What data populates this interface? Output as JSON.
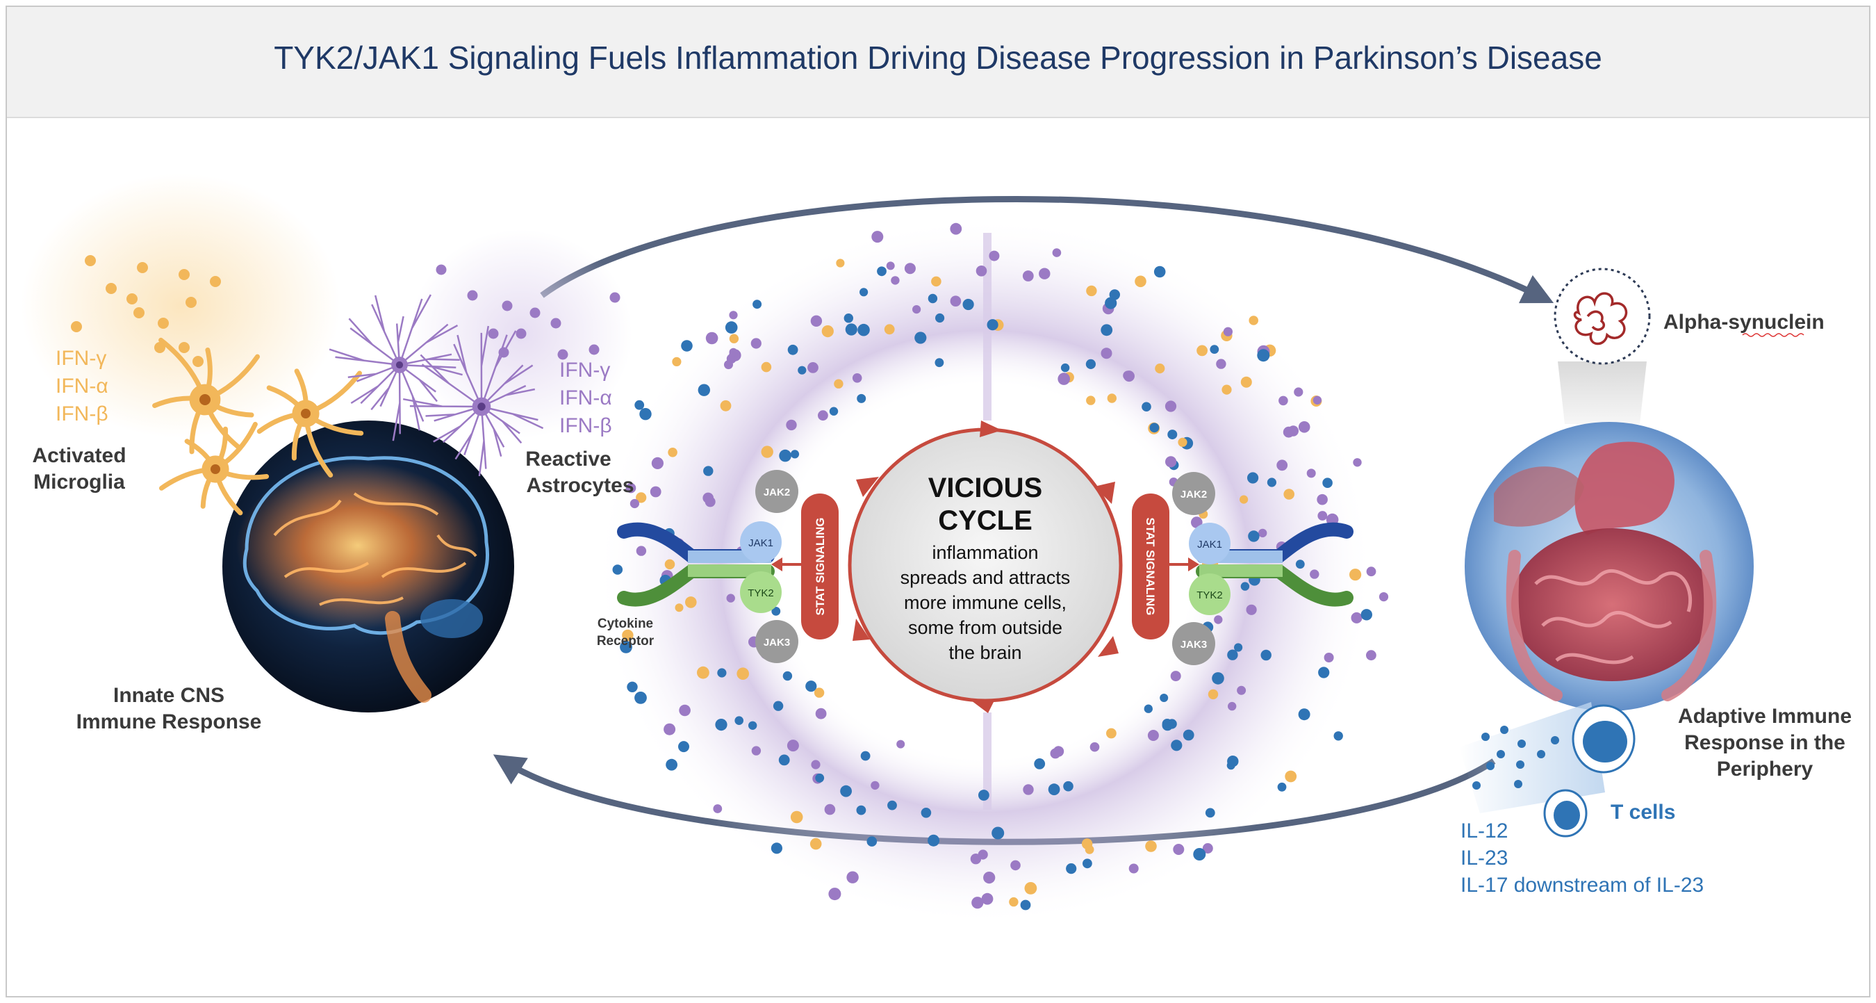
{
  "title": "TYK2/JAK1 Signaling Fuels Inflammation Driving Disease Progression in Parkinson’s Disease",
  "colors": {
    "title": "#1f3966",
    "arrow": "#56647f",
    "microglia": "#f2b75a",
    "astrocyte": "#9b7ac4",
    "cycle_red": "#c64a3e",
    "tcell_blue": "#2f74b5",
    "label_dark": "#3a3a3a"
  },
  "left": {
    "microglia_cytokines": [
      "IFN-γ",
      "IFN-α",
      "IFN-β"
    ],
    "microglia_label": [
      "Activated",
      "Microglia"
    ],
    "astrocyte_cytokines": [
      "IFN-γ",
      "IFN-α",
      "IFN-β"
    ],
    "astrocyte_label": [
      "Reactive",
      "Astrocytes"
    ],
    "brain_caption": [
      "Innate CNS",
      "Immune Response"
    ]
  },
  "center": {
    "cycle_title": [
      "VICIOUS",
      "CYCLE"
    ],
    "cycle_text": [
      "inflammation",
      "spreads and attracts",
      "more immune cells,",
      "some from outside",
      "the brain"
    ],
    "stat_label": "STAT SIGNALING",
    "receptor_label": [
      "Cytokine",
      "Receptor"
    ],
    "kinases": {
      "jak2": "JAK2",
      "jak1": "JAK1",
      "tyk2": "TYK2",
      "jak3": "JAK3"
    }
  },
  "right": {
    "synuclein_label": "Alpha-synuclein",
    "periphery_label": [
      "Adaptive Immune",
      "Response in the",
      "Periphery"
    ],
    "tcells_label": "T cells",
    "tcell_cytokines": [
      "IL-12",
      "IL-23",
      "IL-17 downstream of IL-23"
    ]
  }
}
